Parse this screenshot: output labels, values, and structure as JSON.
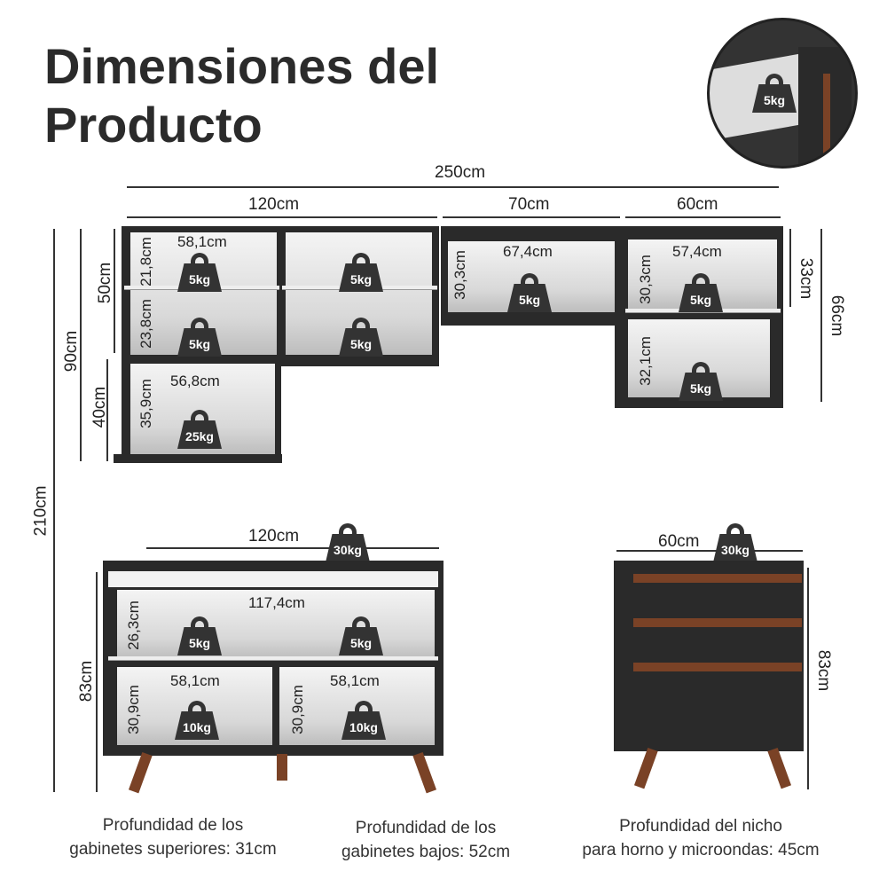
{
  "title": "Dimensiones del Producto",
  "inset": {
    "weight": "5kg"
  },
  "upper": {
    "total_width": "250cm",
    "widths": [
      "120cm",
      "70cm",
      "60cm"
    ],
    "left": {
      "inner_width_top": "58,1cm",
      "h1": "21,8cm",
      "h2": "23,8cm",
      "w1": "5kg",
      "w2": "5kg",
      "w3": "5kg",
      "w4": "5kg",
      "inner_width_bottom": "56,8cm",
      "h3": "35,9cm",
      "w5": "25kg",
      "height_top": "50cm",
      "height_bottom": "40cm",
      "height_total": "90cm"
    },
    "middle": {
      "inner_width": "67,4cm",
      "h": "30,3cm",
      "w": "5kg"
    },
    "right": {
      "inner_width": "57,4cm",
      "h1": "30,3cm",
      "w1": "5kg",
      "h2": "32,1cm",
      "w2": "5kg",
      "height_top": "33cm",
      "height_total": "66cm"
    },
    "overall_height": "210cm"
  },
  "lower_left": {
    "width": "120cm",
    "top_weight": "30kg",
    "inner_width": "117,4cm",
    "h1": "26,3cm",
    "w1": "5kg",
    "w2": "5kg",
    "inner_left": "58,1cm",
    "inner_right": "58,1cm",
    "h2": "30,9cm",
    "h3": "30,9cm",
    "w3": "10kg",
    "w4": "10kg",
    "height": "83cm"
  },
  "lower_right": {
    "width": "60cm",
    "top_weight": "30kg",
    "height": "83cm"
  },
  "captions": [
    {
      "l1": "Profundidad de los",
      "l2": "gabinetes superiores: 31cm"
    },
    {
      "l1": "Profundidad de los",
      "l2": "gabinetes bajos: 52cm"
    },
    {
      "l1": "Profundidad del nicho",
      "l2": "para horno y microondas: 45cm"
    }
  ],
  "colors": {
    "cabinet": "#2a2a2a",
    "wood": "#7a4226",
    "interior": "#e6e6e6"
  }
}
